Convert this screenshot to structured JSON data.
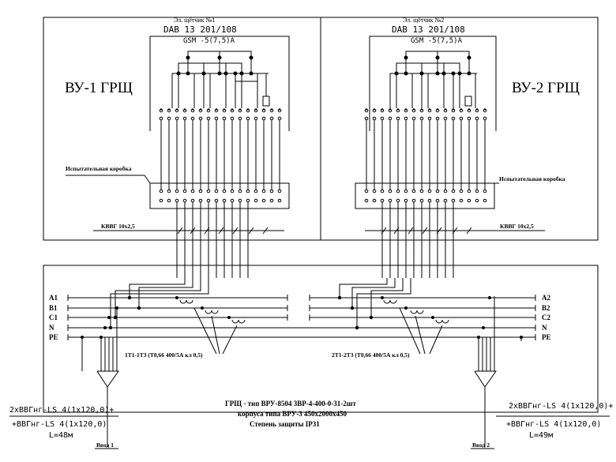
{
  "panel_left": {
    "meter_title": "Эл. щётчик №1",
    "meter_model": "DAB 13 201/108",
    "meter_rating": "GSM -5(7,5)A",
    "panel_label": "ВУ-1 ГРЩ",
    "test_box_label": "Испытательная коробка",
    "cable_label": "КВВГ 10х2,5"
  },
  "panel_right": {
    "meter_title": "Эл. щётчик №2",
    "meter_model": "DAB 13 201/108",
    "meter_rating": "GSM -5(7,5)A",
    "panel_label": "ВУ-2 ГРЩ",
    "test_box_label": "Испытательная коробка",
    "cable_label": "КВВГ 10х2,5"
  },
  "busbars_left": [
    "A1",
    "B1",
    "C1",
    "N",
    "PE"
  ],
  "busbars_right": [
    "A2",
    "B2",
    "C2",
    "N",
    "PE"
  ],
  "ct_left_label": "1Т1-1Т3 (Т0,66 400/5А кл 0,5)",
  "ct_right_label": "2Т1-2Т3 (Т0,66 400/5А кл 0,5)",
  "grsch_description": [
    "ГРЩ - тип ВРУ-8504 3ВР-4-400-0-31-2шт",
    "корпуса типа ВРУ-3 450х2000х450",
    "Степень защиты IP31"
  ],
  "feeder_left": {
    "cable_line1": "2хВВГнг-LS 4(1х120,0)+",
    "cable_line2": "+ВВГнг-LS 4(1х120,0)",
    "length": "L=48м",
    "input_label": "Ввод 1"
  },
  "feeder_right": {
    "cable_line1": "2хВВГнг-LS 4(1х120,0)+",
    "cable_line2": "+ВВГнг-LS 4(1х120,0)",
    "length": "L=49м",
    "input_label": "Ввод 2"
  }
}
